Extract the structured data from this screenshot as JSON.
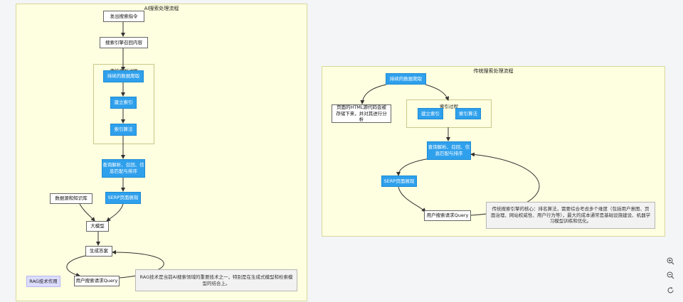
{
  "left_diagram": {
    "title": "AI搜索处理流程",
    "subgraph_title": "传统索引过程",
    "nodes": {
      "send": "发出搜索指令",
      "recall": "搜索引擎召回内容",
      "crawl": "持续的数据爬取",
      "build_index": "建立索引",
      "index_algo": "索引算法",
      "query_parse": "查询解析、召回、信息匹配与排序",
      "serp": "SERP页面展现",
      "datasource": "数据源和知识库",
      "llm": "大模型",
      "answer": "生成答案",
      "user_query": "用户搜索请求Query",
      "rag_note": "RAG技术是当前AI搜索领域的重要技术之一，特别是在生成式模型和检索模型的结合上。",
      "rag_tag": "RAG技术作用"
    }
  },
  "right_diagram": {
    "title": "传统搜索处理流程",
    "subgraph_title": "索引过程",
    "nodes": {
      "crawl": "持续的数据爬取",
      "html_note": "页面的HTML源代码会被存储下来，并对其进行分析",
      "build_index": "建立索引",
      "index_algo": "索引算法",
      "query_parse": "查询解析、召回、信息匹配与排序",
      "serp": "SERP页面展现",
      "user_query": "用户搜索请求Query",
      "core_note": "传统搜索引擎的核心：排名算法，需要综合考虑多个维度（包括用户意图、页面治理、网站权威性、用户行为等），最大的成本通常是基础设施建设、机器学习模型训练和优化。"
    }
  },
  "controls": {
    "zoom_in_icon": "zoom-in-icon",
    "zoom_out_icon": "zoom-out-icon",
    "reset_icon": "reset-icon"
  }
}
